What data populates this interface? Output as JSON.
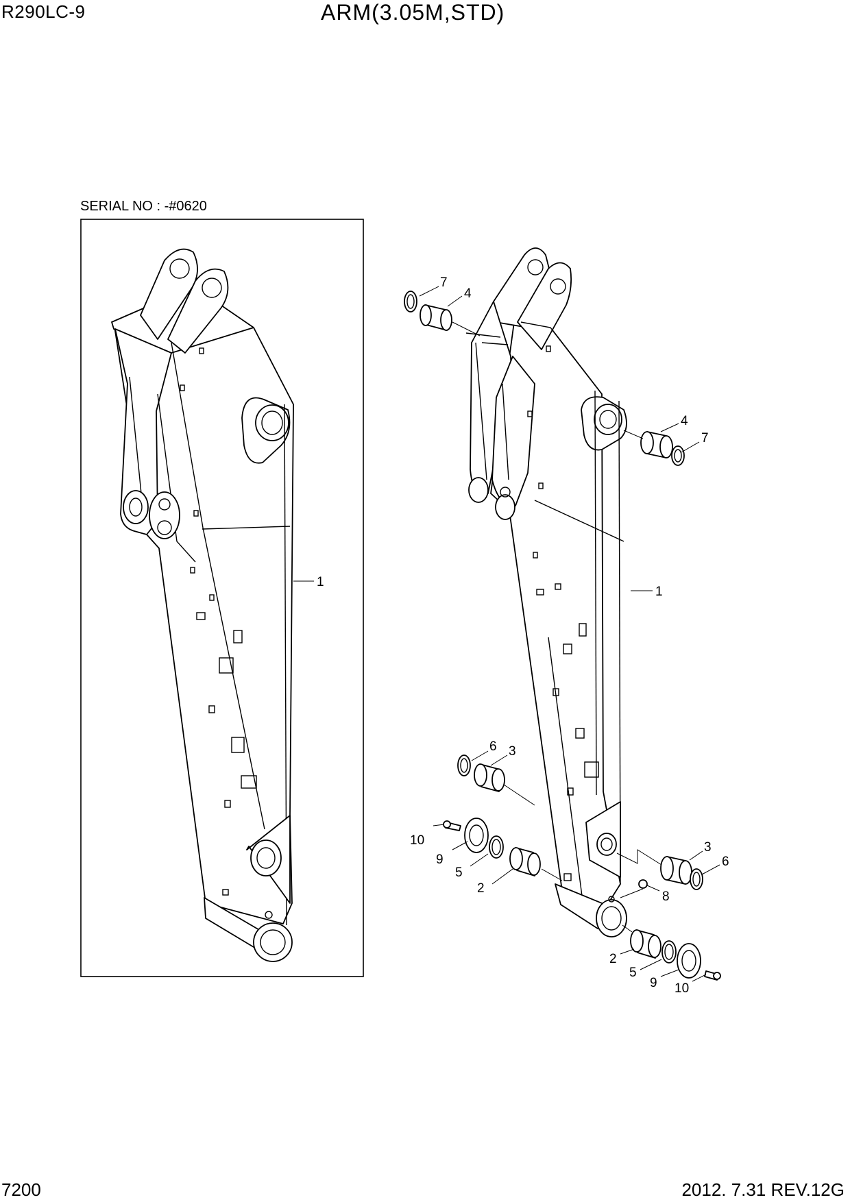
{
  "header": {
    "model": "R290LC-9",
    "title": "ARM(3.05M,STD)"
  },
  "serial_box": {
    "label": "SERIAL NO : -#0620"
  },
  "callouts": {
    "n1": "1",
    "n2": "2",
    "n3": "3",
    "n4": "4",
    "n5": "5",
    "n6": "6",
    "n7": "7",
    "n8": "8",
    "n9": "9",
    "n10": "10"
  },
  "footer": {
    "page_no": "7200",
    "revision": "2012. 7.31  REV.12G"
  }
}
